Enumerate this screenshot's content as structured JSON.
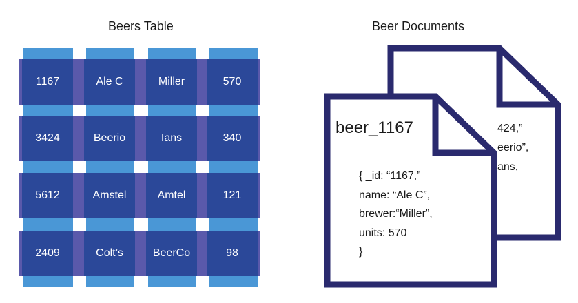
{
  "table": {
    "title": "Beers Table",
    "rows": [
      [
        "1167",
        "Ale C",
        "Miller",
        "570"
      ],
      [
        "3424",
        "Beerio",
        "Ians",
        "340"
      ],
      [
        "5612",
        "Amstel",
        "Amtel",
        "121"
      ],
      [
        "2409",
        "Colt’s",
        "BeerCo",
        "98"
      ]
    ]
  },
  "documents": {
    "title": "Beer Documents",
    "front": {
      "id_label": "beer_1167",
      "lines": [
        "{ _id:  “1167,”",
        "name:  “Ale C”,",
        "brewer:“Miller”,",
        "units: 570",
        "}"
      ]
    },
    "back": {
      "lines": [
        "424,”",
        "eerio”,",
        "ans,"
      ]
    }
  },
  "colors": {
    "cell": "#2b4899",
    "row_band": "#5a59ab",
    "column_band": "#4a97d6",
    "document_outline": "#2a2a6e"
  }
}
